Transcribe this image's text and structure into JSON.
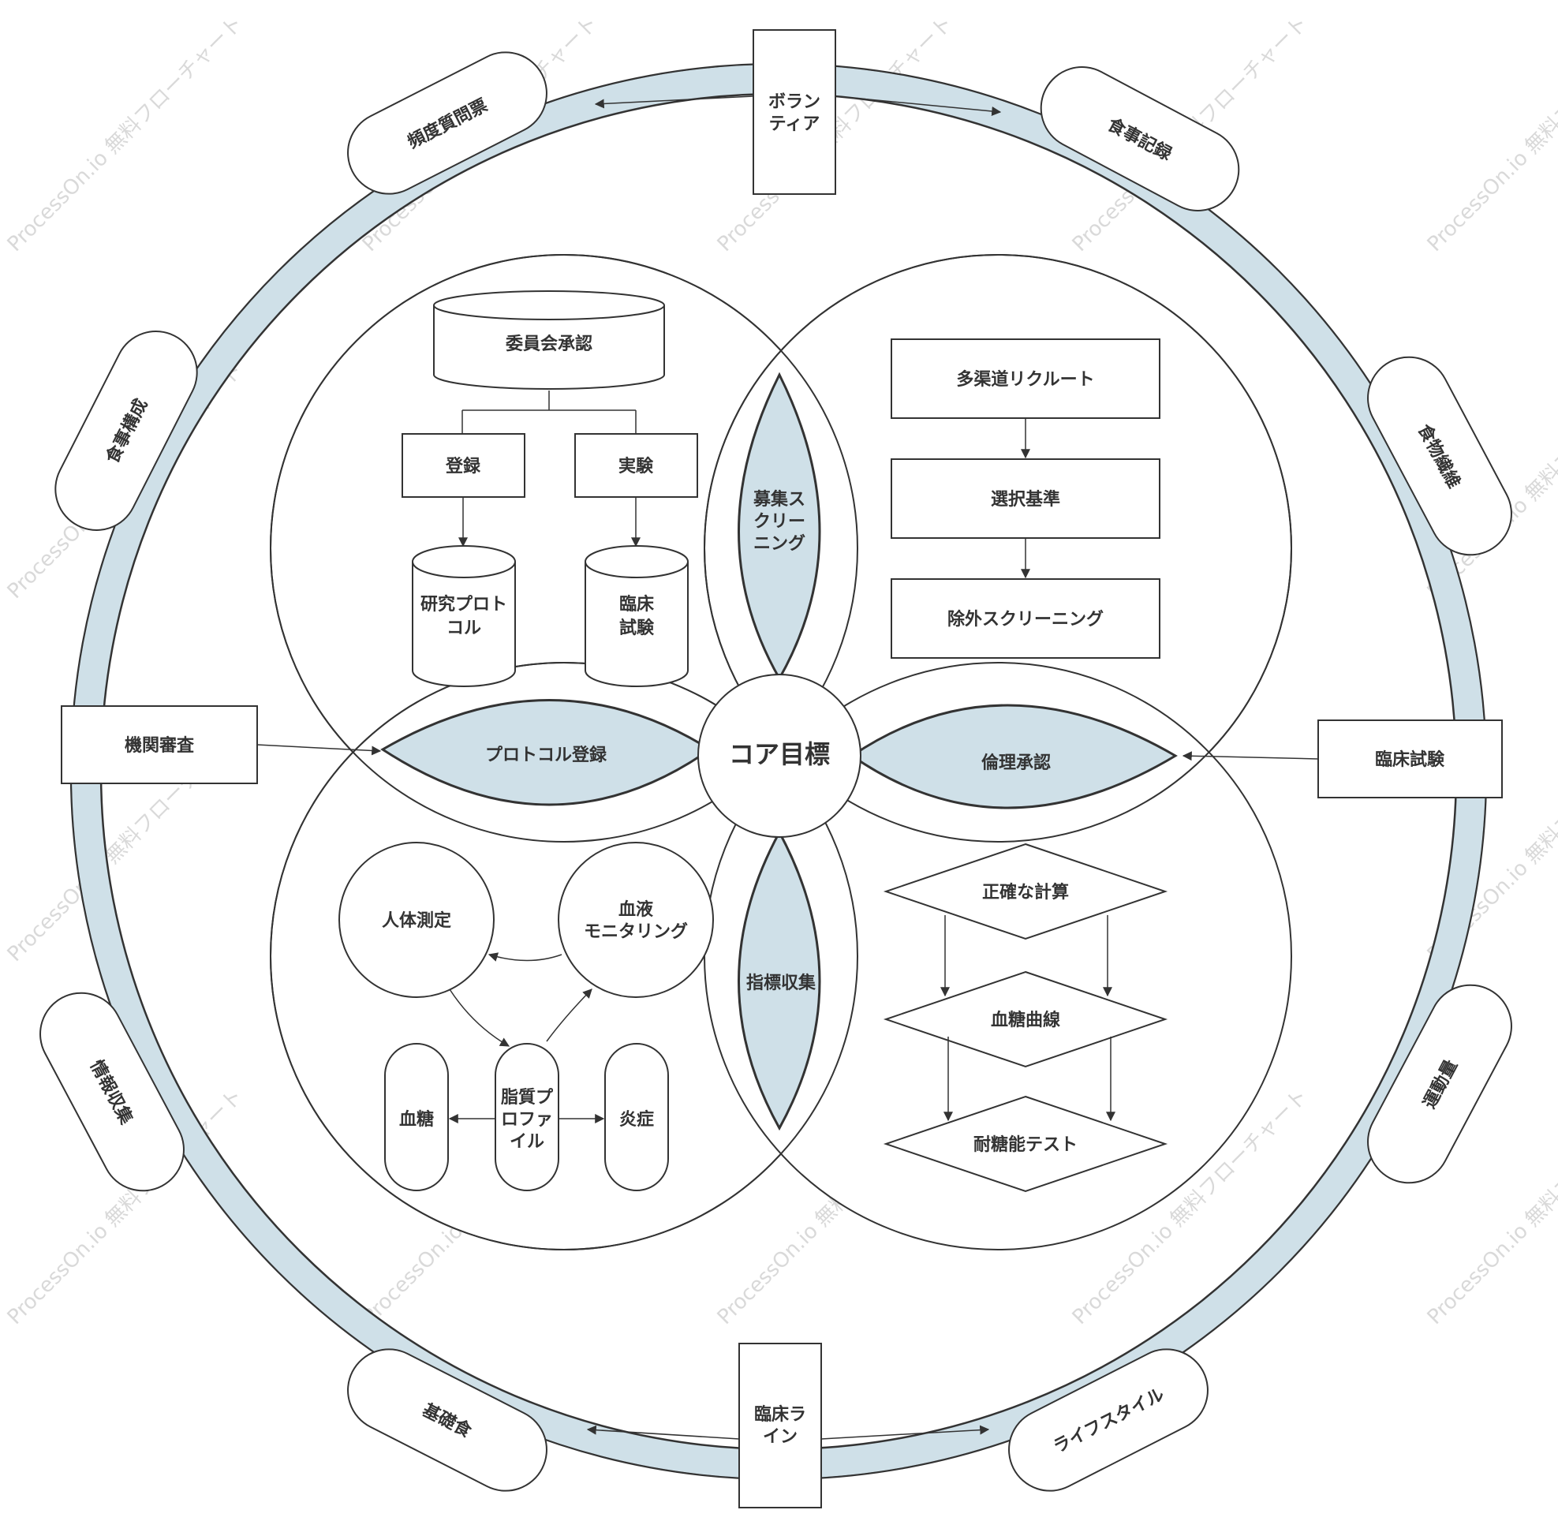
{
  "watermark": "ProcessOn.io 無料フローチャート",
  "center": {
    "label": "コア目標"
  },
  "petals": {
    "top": [
      "募集ス",
      "クリー",
      "ニング"
    ],
    "left": "プロトコル登録",
    "right": "倫理承認",
    "bottom": "指標収集"
  },
  "quadrant_tl": {
    "committee": "委員会承認",
    "register": "登録",
    "experiment": "実験",
    "protocol": [
      "研究プロト",
      "コル"
    ],
    "clinical": [
      "臨床",
      "試験"
    ]
  },
  "quadrant_tr": {
    "steps": [
      "多渠道リクルート",
      "選択基準",
      "除外スクリーニング"
    ]
  },
  "quadrant_bl": {
    "anthropometry": "人体測定",
    "blood_monitor": [
      "血液",
      "モニタリング"
    ],
    "glucose": "血糖",
    "lipid": [
      "脂質プ",
      "ロファ",
      "イル"
    ],
    "inflammation": "炎症"
  },
  "quadrant_br": {
    "diamonds": [
      "正確な計算",
      "血糖曲線",
      "耐糖能テスト"
    ]
  },
  "ring": {
    "top_box": [
      "ボラン",
      "ティア"
    ],
    "bottom_box": [
      "臨床ラ",
      "イン"
    ],
    "left_box": "機関審査",
    "right_box": "臨床試験",
    "pills": {
      "freq_questionnaire": "頻度質問票",
      "meal_record": "食事記録",
      "meal_composition": "食事構成",
      "food_fiber": "食物繊維",
      "info_collection": "情報収集",
      "exercise": "運動量",
      "base_diet": "基礎食",
      "lifestyle": "ライフスタイル"
    }
  }
}
